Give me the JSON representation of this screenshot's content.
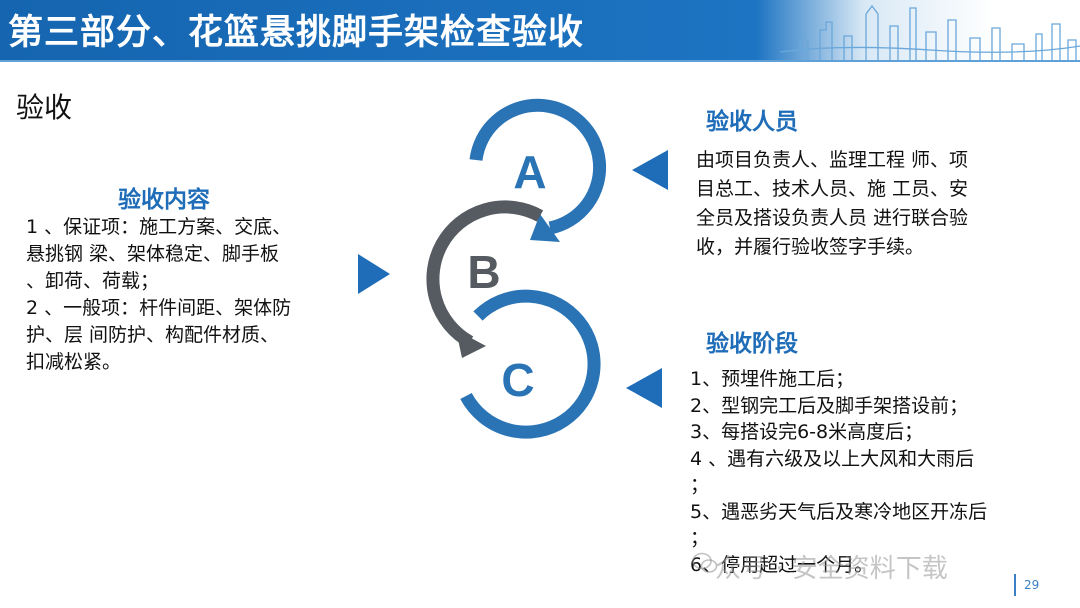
{
  "header": {
    "title": "第三部分、花篮悬挑脚手架检查验收"
  },
  "subtitle": "验收",
  "left": {
    "heading": "验收内容",
    "lines": [
      "1 、保证项：施工方案、交底、",
      "悬挑钢  梁、架体稳定、脚手板",
      "、卸荷、荷载；",
      "2 、一般项：杆件间距、架体防",
      "护、层 间防护、构配件材质、",
      "扣减松紧。"
    ]
  },
  "diagram": {
    "a": "A",
    "b": "B",
    "c": "C"
  },
  "right_top": {
    "heading": "验收人员",
    "lines": [
      "由项目负责人、监理工程 师、项",
      "目总工、技术人员、施 工员、安",
      "全员及搭设负责人员 进行联合验",
      "收，并履行验收签字手续。"
    ]
  },
  "right_bottom": {
    "heading": "验收阶段",
    "lines": [
      "1、预埋件施工后；",
      "2、型钢完工后及脚手架搭设前；",
      "3、每搭设完6-8米高度后；",
      "4 、遇有六级及以上大风和大雨后",
      "；",
      "5、遇恶劣天气后及寒冷地区开冻后",
      "；",
      "6、停用超过一个月。"
    ]
  },
  "watermark": "众号 · 安全资料下载",
  "page_number": "29",
  "colors": {
    "blue": "#1f6db8",
    "gray": "#555b61",
    "header_blue": "#1565b0"
  }
}
